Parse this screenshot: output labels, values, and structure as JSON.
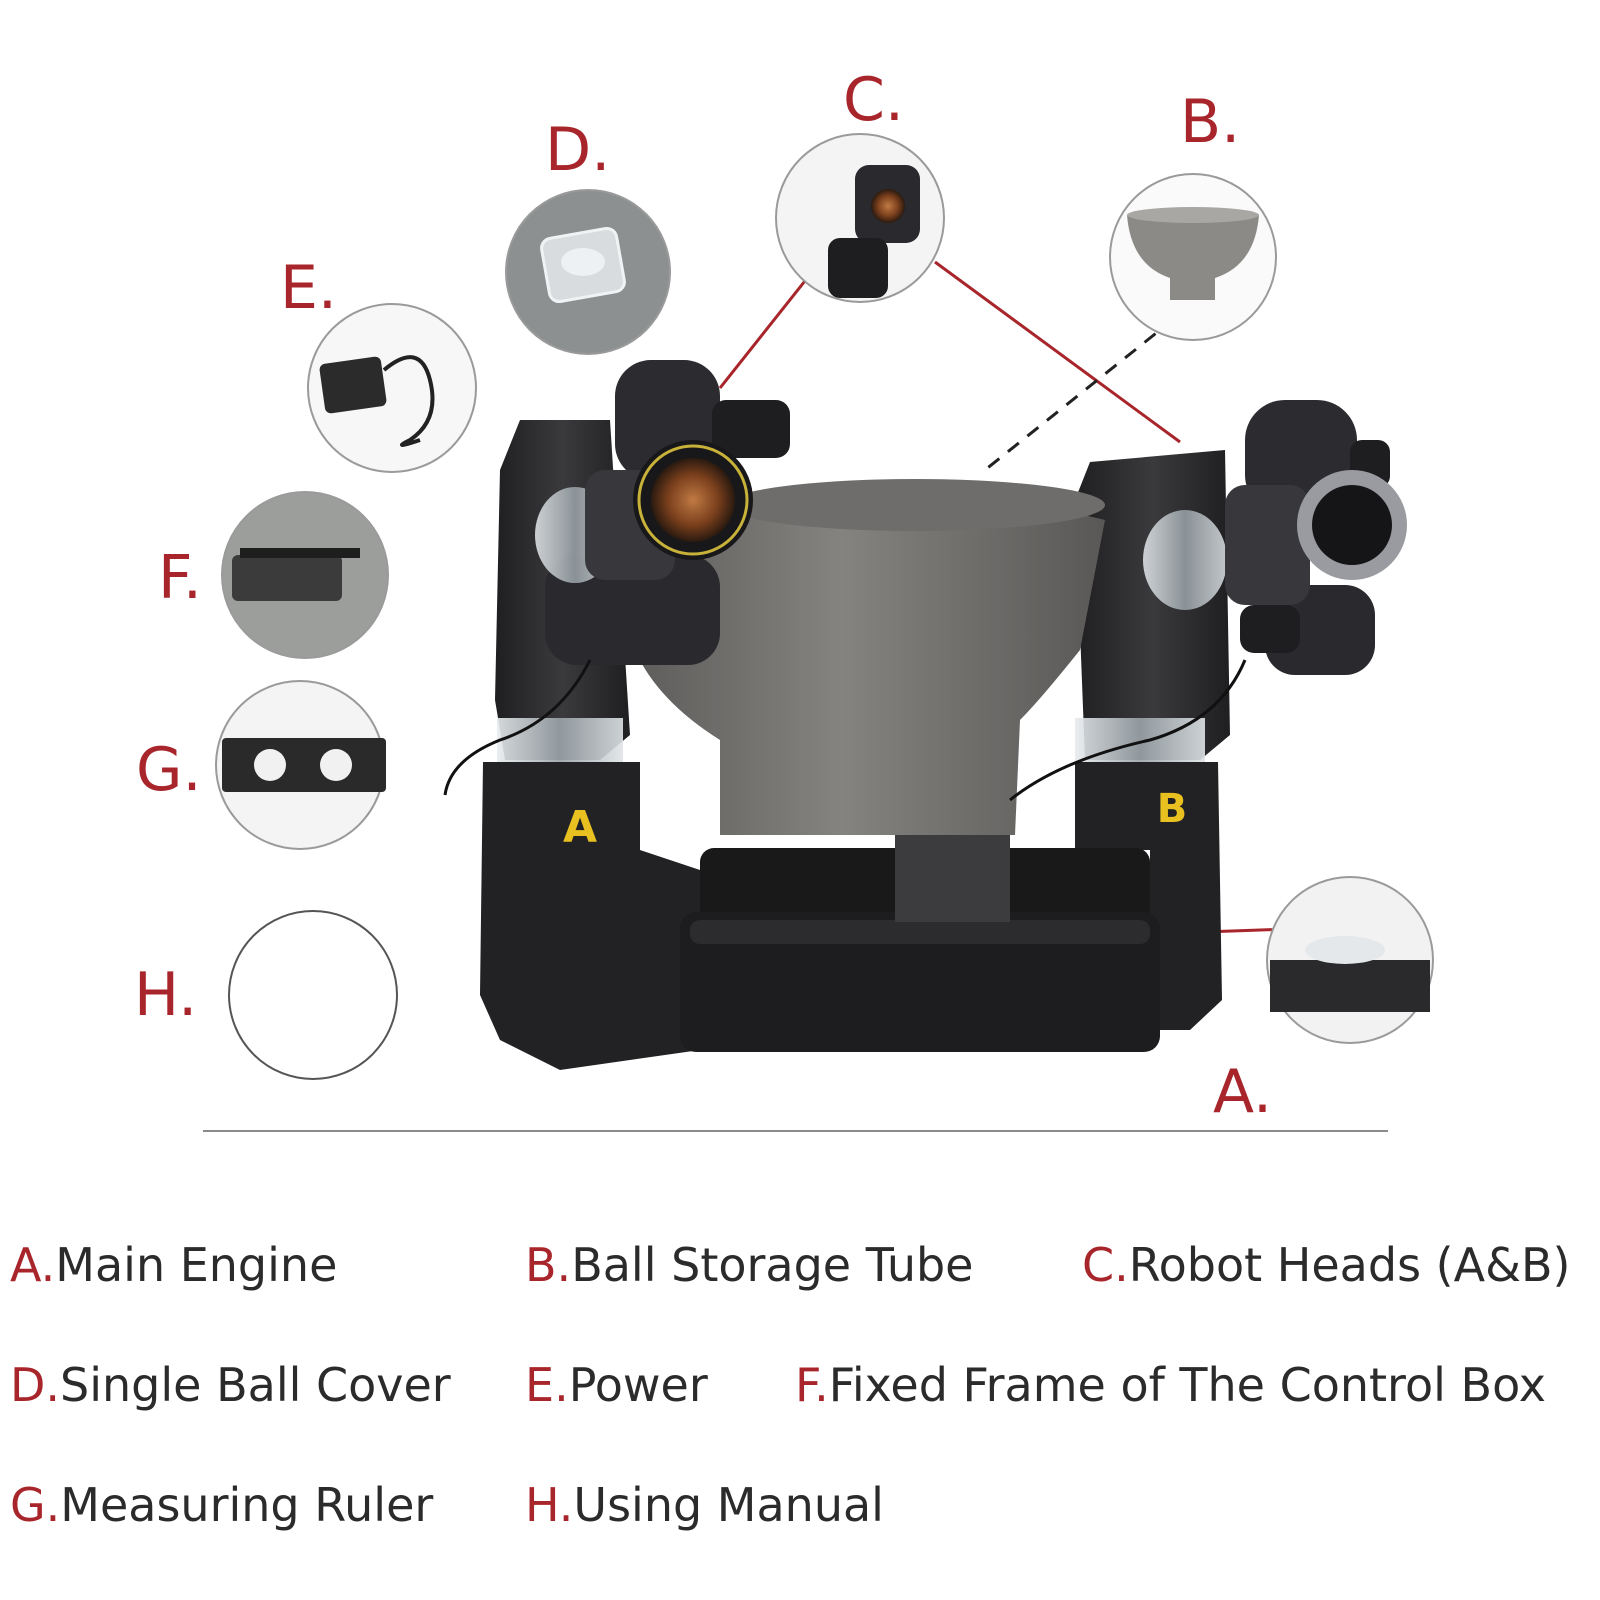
{
  "colors": {
    "accent": "#a8262b",
    "label_text": "#2b2b2b",
    "machine_body": "#2a2a2c",
    "bowl": "#6e6c6a",
    "head_marker": "#e8c020"
  },
  "callouts": {
    "a": "A.",
    "b": "B.",
    "c": "C.",
    "d": "D.",
    "e": "E.",
    "f": "F.",
    "g": "G.",
    "h": "H."
  },
  "machine_markings": {
    "head_a": "A",
    "head_b": "B"
  },
  "legend": [
    {
      "key": "A.",
      "label": "Main Engine"
    },
    {
      "key": "B.",
      "label": "Ball Storage Tube"
    },
    {
      "key": "C.",
      "label": "Robot Heads (A&B)"
    },
    {
      "key": "D.",
      "label": "Single Ball Cover"
    },
    {
      "key": "E.",
      "label": "Power"
    },
    {
      "key": "F.",
      "label": "Fixed Frame of The Control Box"
    },
    {
      "key": "G.",
      "label": "Measuring Ruler"
    },
    {
      "key": "H.",
      "label": "Using Manual"
    }
  ]
}
